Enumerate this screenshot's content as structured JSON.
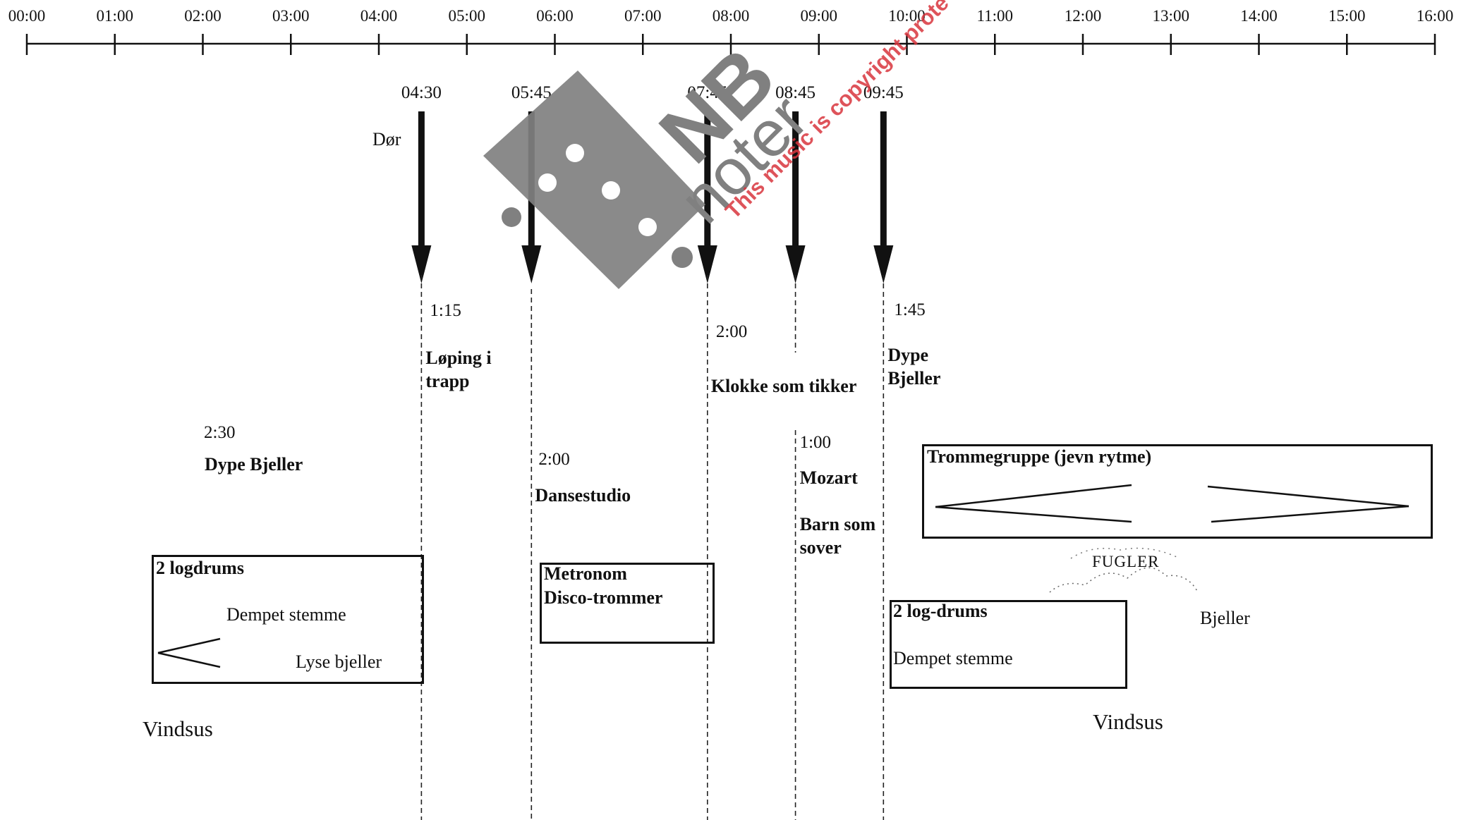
{
  "timeline": {
    "ticks": [
      "00:00",
      "01:00",
      "02:00",
      "03:00",
      "04:00",
      "05:00",
      "06:00",
      "07:00",
      "08:00",
      "09:00",
      "10:00",
      "11:00",
      "12:00",
      "13:00",
      "14:00",
      "15:00",
      "16:00"
    ]
  },
  "cues": [
    {
      "time": "04:30",
      "duration": "1:15",
      "label": "Løping i\ntrapp"
    },
    {
      "time": "05:45",
      "duration": "2:00",
      "label": "Dansestudio"
    },
    {
      "time": "07:45",
      "duration": "2:00",
      "label": "Klokke som tikker"
    },
    {
      "time": "08:45",
      "duration": "1:00",
      "label": "Mozart",
      "label2": "Barn som\nsover"
    },
    {
      "time": "09:45",
      "duration": "1:45",
      "label": "Dype\nBjeller"
    }
  ],
  "door_label": "Dør",
  "section_left": {
    "duration": "2:30",
    "label": "Dype Bjeller"
  },
  "box_logdrums": {
    "title": "2 logdrums",
    "line1": "Dempet stemme",
    "line2": "Lyse bjeller"
  },
  "box_metronome": {
    "line1": "Metronom",
    "line2": "Disco-trommer"
  },
  "box_drumgroup": {
    "title": "Trommegruppe (jevn rytme)"
  },
  "box_logdrums2": {
    "title": "2 log-drums",
    "line1": "Dempet stemme"
  },
  "fugler": "FUGLER",
  "bjeller": "Bjeller",
  "vindsus_left": "Vindsus",
  "vindsus_right": "Vindsus",
  "watermark": {
    "logo_nb": "NB",
    "logo_noter": "noter",
    "notice": "This music is copyright prote",
    "color": "#d9363e",
    "logo_color": "#808080"
  }
}
